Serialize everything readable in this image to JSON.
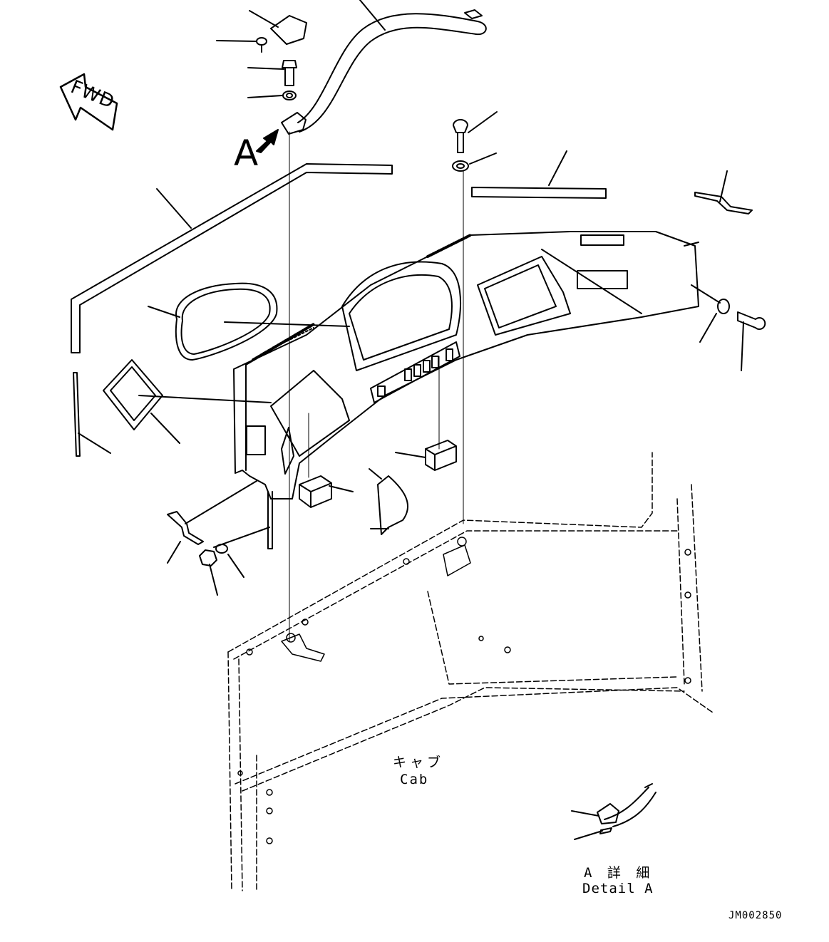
{
  "labels": {
    "view_marker": "A",
    "direction": "FWD",
    "cab_jp": "キャブ",
    "cab_en": "Cab",
    "detail_jp": "A 詳 細",
    "detail_en": "Detail A",
    "drawing_code": "JM002850"
  },
  "colors": {
    "line": "#000000",
    "background": "#ffffff"
  }
}
